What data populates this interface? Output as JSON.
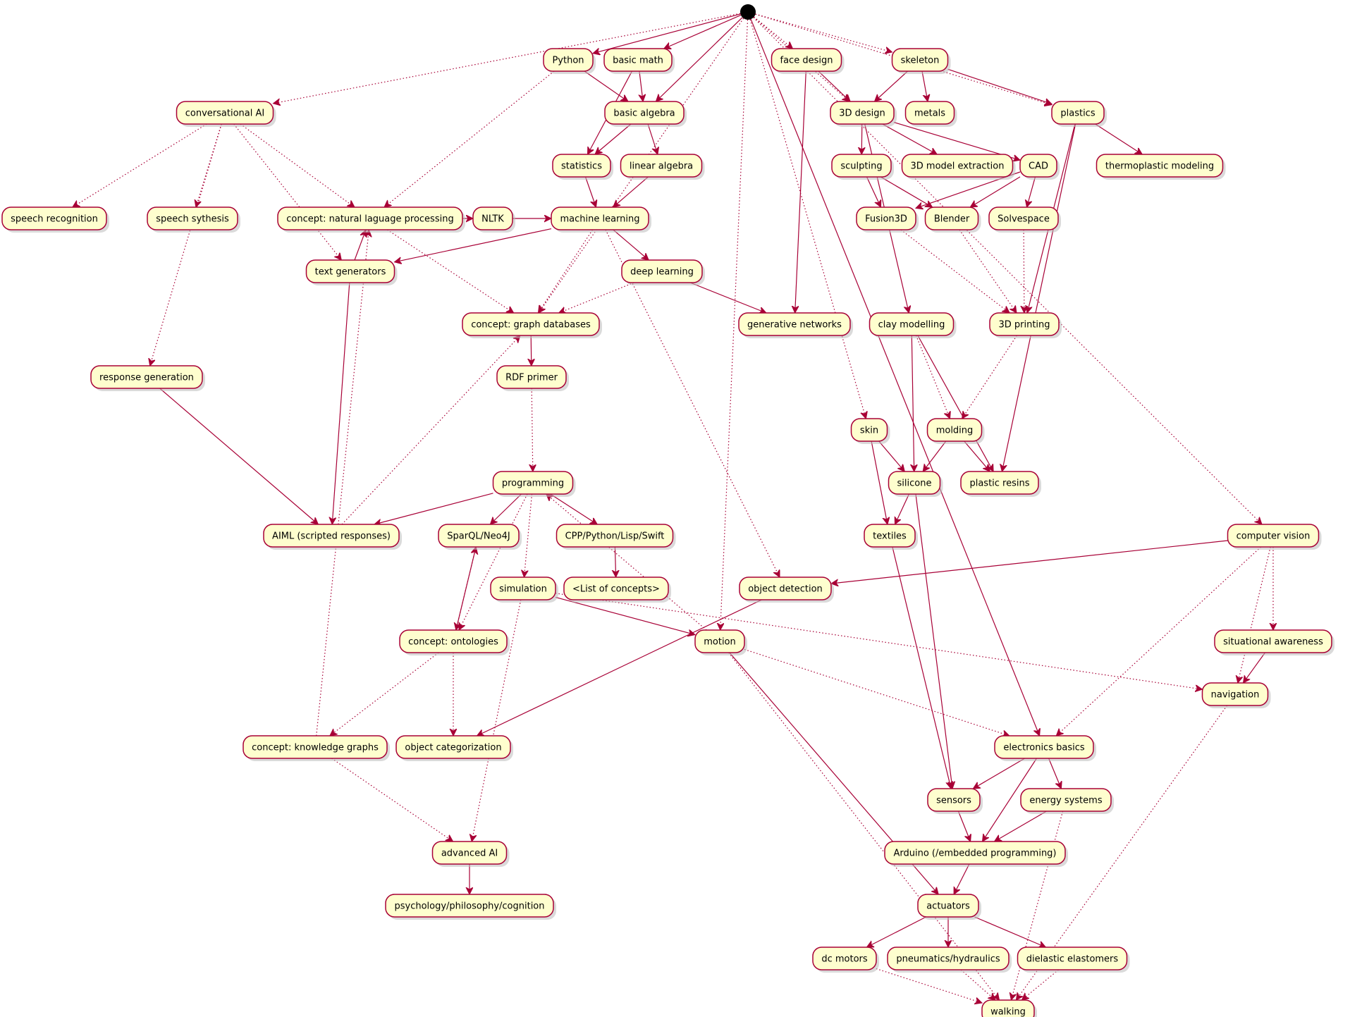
{
  "colors": {
    "node_fill": "#FEFECE",
    "node_border": "#A80036",
    "edge": "#A80036",
    "shadow": "#bbbbbb",
    "start": "#000000"
  },
  "nodes": [
    {
      "id": "start",
      "label": ""
    },
    {
      "id": "python",
      "label": "Python"
    },
    {
      "id": "basic-math",
      "label": "basic math"
    },
    {
      "id": "face-design",
      "label": "face design"
    },
    {
      "id": "skeleton",
      "label": "skeleton"
    },
    {
      "id": "conv-ai",
      "label": "conversational AI"
    },
    {
      "id": "basic-algebra",
      "label": "basic algebra"
    },
    {
      "id": "design-3d",
      "label": "3D design"
    },
    {
      "id": "metals",
      "label": "metals"
    },
    {
      "id": "plastics",
      "label": "plastics"
    },
    {
      "id": "statistics",
      "label": "statistics"
    },
    {
      "id": "linear-algebra",
      "label": "linear algebra"
    },
    {
      "id": "sculpting",
      "label": "sculpting"
    },
    {
      "id": "model-extraction",
      "label": "3D model extraction"
    },
    {
      "id": "cad",
      "label": "CAD"
    },
    {
      "id": "thermoplastic",
      "label": "thermoplastic modeling"
    },
    {
      "id": "speech-recognition",
      "label": "speech recognition"
    },
    {
      "id": "speech-synthesis",
      "label": "speech sythesis"
    },
    {
      "id": "nlp",
      "label": "concept: natural laguage processing"
    },
    {
      "id": "nltk",
      "label": "NLTK"
    },
    {
      "id": "machine-learning",
      "label": "machine learning"
    },
    {
      "id": "fusion3d",
      "label": "Fusion3D"
    },
    {
      "id": "blender",
      "label": "Blender"
    },
    {
      "id": "solvespace",
      "label": "Solvespace"
    },
    {
      "id": "text-generators",
      "label": "text generators"
    },
    {
      "id": "deep-learning",
      "label": "deep learning"
    },
    {
      "id": "graph-db",
      "label": "concept: graph databases"
    },
    {
      "id": "generative-networks",
      "label": "generative networks"
    },
    {
      "id": "clay-modelling",
      "label": "clay modelling"
    },
    {
      "id": "printing-3d",
      "label": "3D printing"
    },
    {
      "id": "response-generation",
      "label": "response generation"
    },
    {
      "id": "rdf-primer",
      "label": "RDF primer"
    },
    {
      "id": "skin",
      "label": "skin"
    },
    {
      "id": "molding",
      "label": "molding"
    },
    {
      "id": "programming",
      "label": "programming"
    },
    {
      "id": "silicone",
      "label": "silicone"
    },
    {
      "id": "plastic-resins",
      "label": "plastic resins"
    },
    {
      "id": "aiml",
      "label": "AIML (scripted responses)"
    },
    {
      "id": "sparql",
      "label": "SparQL/Neo4J"
    },
    {
      "id": "cpp",
      "label": "CPP/Python/Lisp/Swift"
    },
    {
      "id": "textiles",
      "label": "textiles"
    },
    {
      "id": "computer-vision",
      "label": "computer vision"
    },
    {
      "id": "simulation",
      "label": "simulation"
    },
    {
      "id": "concept-list",
      "label": "<List of concepts>"
    },
    {
      "id": "object-detection",
      "label": "object detection"
    },
    {
      "id": "ontologies",
      "label": "concept: ontologies"
    },
    {
      "id": "motion",
      "label": "motion"
    },
    {
      "id": "situational-awareness",
      "label": "situational awareness"
    },
    {
      "id": "navigation",
      "label": "navigation"
    },
    {
      "id": "knowledge-graphs",
      "label": "concept: knowledge graphs"
    },
    {
      "id": "object-categorization",
      "label": "object categorization"
    },
    {
      "id": "electronics-basics",
      "label": "electronics basics"
    },
    {
      "id": "sensors",
      "label": "sensors"
    },
    {
      "id": "energy-systems",
      "label": "energy systems"
    },
    {
      "id": "advanced-ai",
      "label": "advanced AI"
    },
    {
      "id": "arduino",
      "label": "Arduino (/embedded programming)"
    },
    {
      "id": "psychology",
      "label": "psychology/philosophy/cognition"
    },
    {
      "id": "actuators",
      "label": "actuators"
    },
    {
      "id": "dc-motors",
      "label": "dc motors"
    },
    {
      "id": "pneumatics",
      "label": "pneumatics/hydraulics"
    },
    {
      "id": "elastomers",
      "label": "dielastic elastomers"
    },
    {
      "id": "walking",
      "label": "walking"
    }
  ],
  "edges": [
    {
      "from": "start",
      "to": "python",
      "style": "solid"
    },
    {
      "from": "start",
      "to": "basic-math",
      "style": "solid"
    },
    {
      "from": "start",
      "to": "basic-algebra",
      "style": "solid"
    },
    {
      "from": "start",
      "to": "motion",
      "style": "dotted"
    },
    {
      "from": "start",
      "to": "graph-db",
      "style": "dotted"
    },
    {
      "from": "start",
      "to": "conv-ai",
      "style": "dotted"
    },
    {
      "from": "start",
      "to": "face-design",
      "style": "dotted"
    },
    {
      "from": "start",
      "to": "skeleton",
      "style": "dotted"
    },
    {
      "from": "start",
      "to": "design-3d",
      "style": "dotted"
    },
    {
      "from": "start",
      "to": "plastics",
      "style": "dotted"
    },
    {
      "from": "start",
      "to": "skin",
      "style": "dotted"
    },
    {
      "from": "start",
      "to": "electronics-basics",
      "style": "solid"
    },
    {
      "from": "start",
      "to": "computer-vision",
      "style": "dotted"
    },
    {
      "from": "python",
      "to": "basic-algebra",
      "style": "solid"
    },
    {
      "from": "python",
      "to": "nlp",
      "style": "dotted"
    },
    {
      "from": "basic-math",
      "to": "basic-algebra",
      "style": "solid"
    },
    {
      "from": "basic-math",
      "to": "statistics",
      "style": "solid"
    },
    {
      "from": "basic-algebra",
      "to": "statistics",
      "style": "solid"
    },
    {
      "from": "basic-algebra",
      "to": "linear-algebra",
      "style": "solid"
    },
    {
      "from": "statistics",
      "to": "machine-learning",
      "style": "solid"
    },
    {
      "from": "linear-algebra",
      "to": "machine-learning",
      "style": "solid"
    },
    {
      "from": "conv-ai",
      "to": "speech-recognition",
      "style": "dotted"
    },
    {
      "from": "conv-ai",
      "to": "speech-synthesis",
      "style": "dotted"
    },
    {
      "from": "conv-ai",
      "to": "nlp",
      "style": "dotted"
    },
    {
      "from": "conv-ai",
      "to": "text-generators",
      "style": "dotted"
    },
    {
      "from": "conv-ai",
      "to": "response-generation",
      "style": "dotted"
    },
    {
      "from": "nlp",
      "to": "nltk",
      "style": "solid"
    },
    {
      "from": "nlp",
      "to": "graph-db",
      "style": "dotted"
    },
    {
      "from": "nltk",
      "to": "machine-learning",
      "style": "solid"
    },
    {
      "from": "text-generators",
      "to": "nlp",
      "style": "solid"
    },
    {
      "from": "text-generators",
      "to": "aiml",
      "style": "solid"
    },
    {
      "from": "machine-learning",
      "to": "text-generators",
      "style": "solid"
    },
    {
      "from": "machine-learning",
      "to": "deep-learning",
      "style": "solid"
    },
    {
      "from": "machine-learning",
      "to": "graph-db",
      "style": "dotted"
    },
    {
      "from": "machine-learning",
      "to": "object-detection",
      "style": "dotted"
    },
    {
      "from": "deep-learning",
      "to": "graph-db",
      "style": "dotted"
    },
    {
      "from": "deep-learning",
      "to": "generative-networks",
      "style": "solid"
    },
    {
      "from": "graph-db",
      "to": "rdf-primer",
      "style": "solid"
    },
    {
      "from": "rdf-primer",
      "to": "programming",
      "style": "dotted"
    },
    {
      "from": "response-generation",
      "to": "aiml",
      "style": "solid"
    },
    {
      "from": "aiml",
      "to": "graph-db",
      "style": "dotted"
    },
    {
      "from": "programming",
      "to": "aiml",
      "style": "solid"
    },
    {
      "from": "programming",
      "to": "sparql",
      "style": "solid"
    },
    {
      "from": "programming",
      "to": "cpp",
      "style": "solid"
    },
    {
      "from": "programming",
      "to": "simulation",
      "style": "dotted"
    },
    {
      "from": "programming",
      "to": "ontologies",
      "style": "dotted"
    },
    {
      "from": "motion",
      "to": "programming",
      "style": "dotted"
    },
    {
      "from": "cpp",
      "to": "concept-list",
      "style": "solid"
    },
    {
      "from": "sparql",
      "to": "ontologies",
      "style": "dotted"
    },
    {
      "from": "ontologies",
      "to": "sparql",
      "style": "solid"
    },
    {
      "from": "ontologies",
      "to": "knowledge-graphs",
      "style": "dotted"
    },
    {
      "from": "ontologies",
      "to": "object-categorization",
      "style": "dotted"
    },
    {
      "from": "knowledge-graphs",
      "to": "nlp",
      "style": "dotted"
    },
    {
      "from": "knowledge-graphs",
      "to": "advanced-ai",
      "style": "dotted"
    },
    {
      "from": "simulation",
      "to": "motion",
      "style": "solid"
    },
    {
      "from": "simulation",
      "to": "navigation",
      "style": "dotted"
    },
    {
      "from": "simulation",
      "to": "advanced-ai",
      "style": "dotted"
    },
    {
      "from": "advanced-ai",
      "to": "psychology",
      "style": "solid"
    },
    {
      "from": "object-detection",
      "to": "object-categorization",
      "style": "solid"
    },
    {
      "from": "motion",
      "to": "actuators",
      "style": "solid"
    },
    {
      "from": "motion",
      "to": "electronics-basics",
      "style": "dotted"
    },
    {
      "from": "motion",
      "to": "walking",
      "style": "dotted"
    },
    {
      "from": "face-design",
      "to": "design-3d",
      "style": "solid"
    },
    {
      "from": "face-design",
      "to": "generative-networks",
      "style": "solid"
    },
    {
      "from": "skeleton",
      "to": "design-3d",
      "style": "solid"
    },
    {
      "from": "skeleton",
      "to": "metals",
      "style": "solid"
    },
    {
      "from": "skeleton",
      "to": "plastics",
      "style": "solid"
    },
    {
      "from": "design-3d",
      "to": "sculpting",
      "style": "solid"
    },
    {
      "from": "design-3d",
      "to": "model-extraction",
      "style": "solid"
    },
    {
      "from": "design-3d",
      "to": "cad",
      "style": "solid"
    },
    {
      "from": "design-3d",
      "to": "clay-modelling",
      "style": "solid"
    },
    {
      "from": "plastics",
      "to": "thermoplastic",
      "style": "solid"
    },
    {
      "from": "plastics",
      "to": "printing-3d",
      "style": "solid"
    },
    {
      "from": "plastics",
      "to": "plastic-resins",
      "style": "solid"
    },
    {
      "from": "sculpting",
      "to": "fusion3d",
      "style": "solid"
    },
    {
      "from": "sculpting",
      "to": "blender",
      "style": "solid"
    },
    {
      "from": "cad",
      "to": "fusion3d",
      "style": "solid"
    },
    {
      "from": "cad",
      "to": "blender",
      "style": "solid"
    },
    {
      "from": "cad",
      "to": "solvespace",
      "style": "solid"
    },
    {
      "from": "fusion3d",
      "to": "printing-3d",
      "style": "dotted"
    },
    {
      "from": "blender",
      "to": "printing-3d",
      "style": "dotted"
    },
    {
      "from": "solvespace",
      "to": "printing-3d",
      "style": "dotted"
    },
    {
      "from": "printing-3d",
      "to": "molding",
      "style": "dotted"
    },
    {
      "from": "clay-modelling",
      "to": "molding",
      "style": "dotted"
    },
    {
      "from": "clay-modelling",
      "to": "silicone",
      "style": "solid"
    },
    {
      "from": "clay-modelling",
      "to": "plastic-resins",
      "style": "solid"
    },
    {
      "from": "skin",
      "to": "silicone",
      "style": "solid"
    },
    {
      "from": "skin",
      "to": "textiles",
      "style": "solid"
    },
    {
      "from": "molding",
      "to": "silicone",
      "style": "solid"
    },
    {
      "from": "molding",
      "to": "plastic-resins",
      "style": "solid"
    },
    {
      "from": "silicone",
      "to": "textiles",
      "style": "solid"
    },
    {
      "from": "silicone",
      "to": "sensors",
      "style": "solid"
    },
    {
      "from": "textiles",
      "to": "sensors",
      "style": "solid"
    },
    {
      "from": "computer-vision",
      "to": "object-detection",
      "style": "solid"
    },
    {
      "from": "computer-vision",
      "to": "situational-awareness",
      "style": "dotted"
    },
    {
      "from": "computer-vision",
      "to": "navigation",
      "style": "dotted"
    },
    {
      "from": "computer-vision",
      "to": "electronics-basics",
      "style": "dotted"
    },
    {
      "from": "situational-awareness",
      "to": "navigation",
      "style": "solid"
    },
    {
      "from": "navigation",
      "to": "walking",
      "style": "dotted"
    },
    {
      "from": "electronics-basics",
      "to": "sensors",
      "style": "solid"
    },
    {
      "from": "electronics-basics",
      "to": "energy-systems",
      "style": "solid"
    },
    {
      "from": "electronics-basics",
      "to": "arduino",
      "style": "solid"
    },
    {
      "from": "sensors",
      "to": "arduino",
      "style": "solid"
    },
    {
      "from": "energy-systems",
      "to": "arduino",
      "style": "solid"
    },
    {
      "from": "energy-systems",
      "to": "walking",
      "style": "dotted"
    },
    {
      "from": "arduino",
      "to": "actuators",
      "style": "solid"
    },
    {
      "from": "actuators",
      "to": "dc-motors",
      "style": "solid"
    },
    {
      "from": "actuators",
      "to": "pneumatics",
      "style": "solid"
    },
    {
      "from": "actuators",
      "to": "elastomers",
      "style": "solid"
    },
    {
      "from": "dc-motors",
      "to": "walking",
      "style": "dotted"
    },
    {
      "from": "pneumatics",
      "to": "walking",
      "style": "dotted"
    },
    {
      "from": "elastomers",
      "to": "walking",
      "style": "dotted"
    }
  ]
}
